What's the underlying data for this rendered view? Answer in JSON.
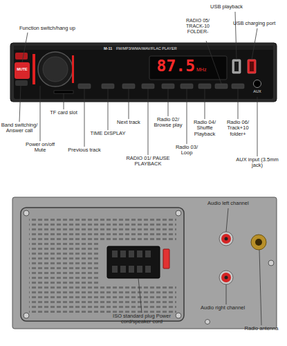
{
  "diagram": {
    "labels": [
      "USB playback",
      "Function switch/hang up",
      "RADIO 05/ TRACK-10 FOLDER-",
      "USB charging port",
      "M-11",
      "FM/MP3/WMA/WAV/FLAC PLAYER",
      "MUTE",
      "87.5",
      "MHz",
      "AUX",
      "TF card slot",
      "Next track",
      "Radio 02/ Browse play",
      "Radio 04/ Shuffle Playback",
      "Radio 06/ Track+10 folder+",
      "Band switching/ Answer call",
      "TIME DISPLAY",
      "Power on/off Mute",
      "Radio 03/ Loop",
      "Previous track",
      "RADIO 01/ PAUSE PLAYBACK",
      "AUX input (3.5mm jack)",
      "Audio left channel",
      "Audio right channel",
      "ISO standard plug Power cord/speaker cord",
      "Radio antenna"
    ]
  }
}
